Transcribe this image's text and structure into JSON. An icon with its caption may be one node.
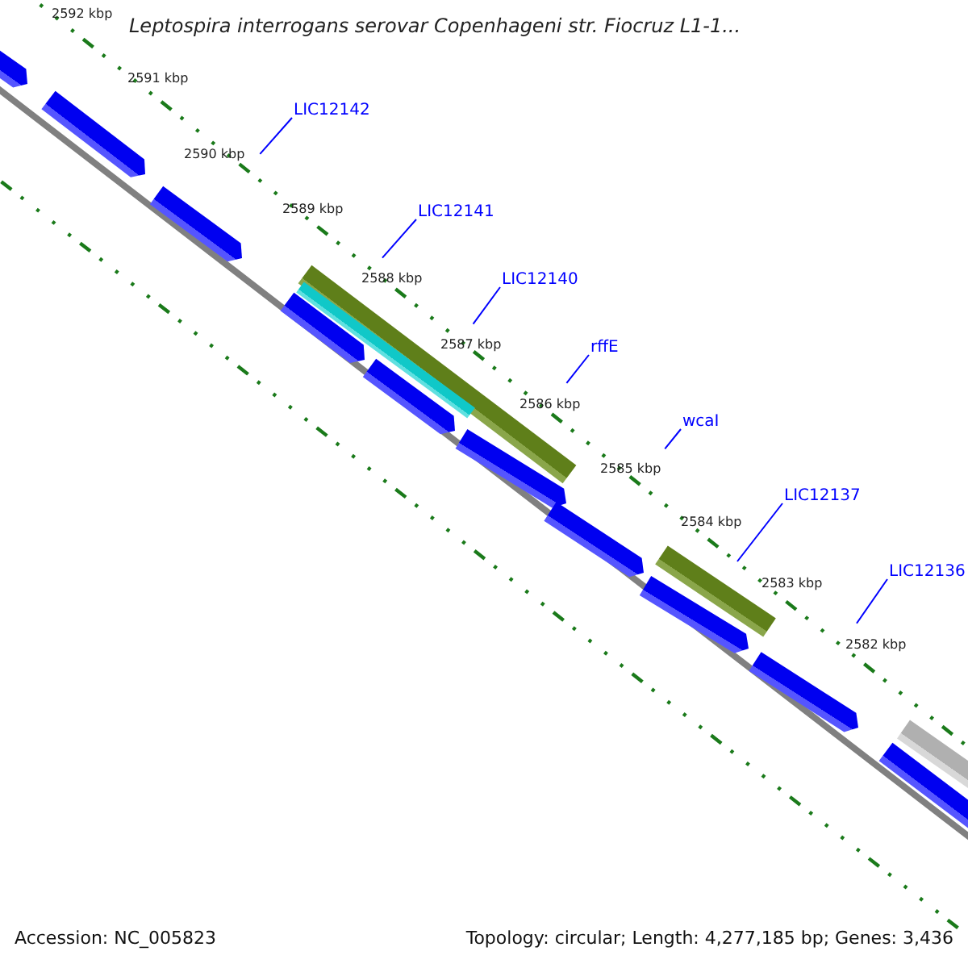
{
  "diagram": {
    "title": "Leptospira interrogans serovar Copenhageni str. Fiocruz L1-1...",
    "nodes": [
      {
        "text": [
          "LIC12142"
        ]
      },
      {
        "text": [
          "LIC12141"
        ]
      },
      {
        "text": [
          "LIC12140"
        ]
      },
      {
        "text": [
          "rffE"
        ]
      },
      {
        "text": [
          "wcaI"
        ]
      },
      {
        "text": [
          "LIC12137"
        ]
      },
      {
        "text": [
          "LIC12136"
        ]
      }
    ],
    "edges": [
      {
        "from": 0,
        "to": null,
        "arrow": "none"
      },
      {
        "from": 1,
        "to": null,
        "arrow": "none"
      },
      {
        "from": 2,
        "to": null,
        "arrow": "none"
      },
      {
        "from": 3,
        "to": null,
        "arrow": "none"
      },
      {
        "from": 4,
        "to": null,
        "arrow": "none"
      },
      {
        "from": 5,
        "to": null,
        "arrow": "none"
      },
      {
        "from": 6,
        "to": null,
        "arrow": "none"
      }
    ],
    "labels": [
      "2592 kbp",
      "2591 kbp",
      "2590 kbp",
      "2589 kbp",
      "2588 kbp",
      "2587 kbp",
      "2586 kbp",
      "2585 kbp",
      "2584 kbp",
      "2583 kbp",
      "2582 kbp",
      "Accession: NC_005823",
      "Topology: circular; Length: 4,277,185 bp; Genes: 3,436"
    ]
  }
}
